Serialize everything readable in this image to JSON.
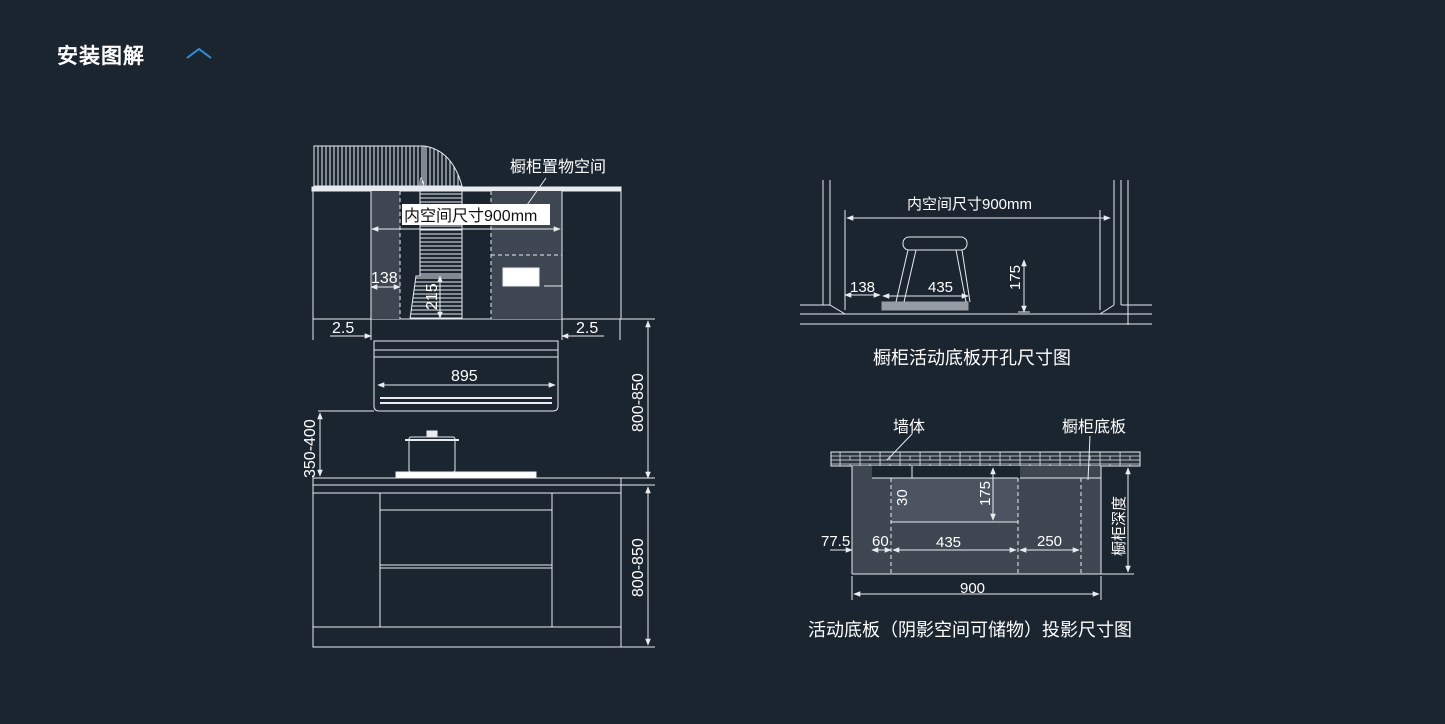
{
  "header": {
    "title": "安装图解",
    "toggle_icon": "chevron-up-icon"
  },
  "colors": {
    "background": "#1b2530",
    "line": "#e8ecf0",
    "panel": "#3d4651",
    "accent": "#2f8fd6"
  },
  "front_view": {
    "cabinet_space_label": "橱柜置物空间",
    "inner_width_label": "内空间尺寸900mm",
    "dim_138": "138",
    "dim_215": "215",
    "dim_left_gap": "2.5",
    "dim_right_gap": "2.5",
    "dim_hood_width": "895",
    "dim_upper_height": "800-850",
    "dim_hood_to_stove": "350-400",
    "dim_lower_height": "800-850"
  },
  "top_right": {
    "inner_width_label": "内空间尺寸900mm",
    "dim_138": "138",
    "dim_435": "435",
    "dim_175": "175",
    "caption": "橱柜活动底板开孔尺寸图"
  },
  "bottom_right": {
    "wall_label": "墙体",
    "board_label": "橱柜底板",
    "dim_30": "30",
    "dim_175": "175",
    "dim_77_5": "77.5",
    "dim_60": "60",
    "dim_435": "435",
    "dim_250": "250",
    "dim_900": "900",
    "depth_label": "橱柜深度",
    "caption": "活动底板（阴影空间可储物）投影尺寸图"
  }
}
